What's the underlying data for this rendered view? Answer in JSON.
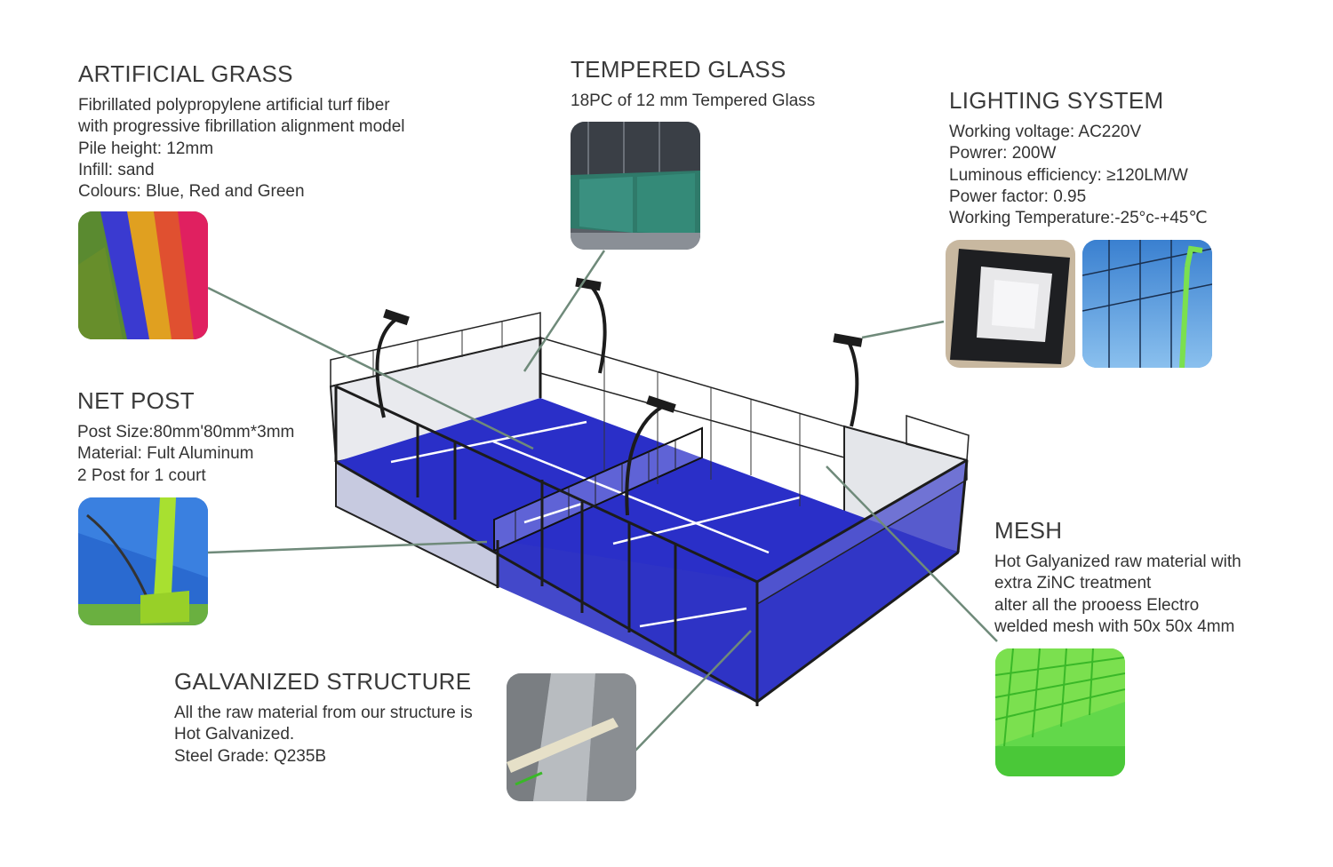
{
  "artificial_grass": {
    "title": "ARTIFICIAL GRASS",
    "lines": [
      "Fibrillated polypropylene artificial turf fiber",
      "with progressive fibrillation alignment model",
      "Pile height: 12mm",
      "Infill: sand",
      "Colours: Blue, Red and Green"
    ]
  },
  "tempered_glass": {
    "title": "TEMPERED GLASS",
    "lines": [
      "18PC of 12 mm Tempered Glass"
    ]
  },
  "lighting_system": {
    "title": "LIGHTING SYSTEM",
    "lines": [
      "Working voltage: AC220V",
      "Powrer: 200W",
      "Luminous efficiency: ≥120LM/W",
      "Power factor: 0.95",
      "Working Temperature:-25°c-+45℃"
    ]
  },
  "net_post": {
    "title": "NET POST",
    "lines": [
      "Post Size:80mm'80mm*3mm",
      "Material: Fult Aluminum",
      "2 Post for 1 court"
    ]
  },
  "mesh": {
    "title": "MESH",
    "lines": [
      "Hot Galyanized raw material with",
      "extra ZiNC treatment",
      "alter all the prooess Electro",
      "welded mesh with 50x 50x 4mm"
    ]
  },
  "galvanized_structure": {
    "title": "GALVANIZED STRUCTURE",
    "lines": [
      "All the raw material from our structure is",
      "Hot Galvanized.",
      "Steel Grade: Q235B"
    ]
  },
  "colors": {
    "court_blue": "#2a2fc8",
    "frame": "#1c1c1c",
    "leader_line": "#6f8a7a",
    "turf_green": "#7be04f"
  }
}
